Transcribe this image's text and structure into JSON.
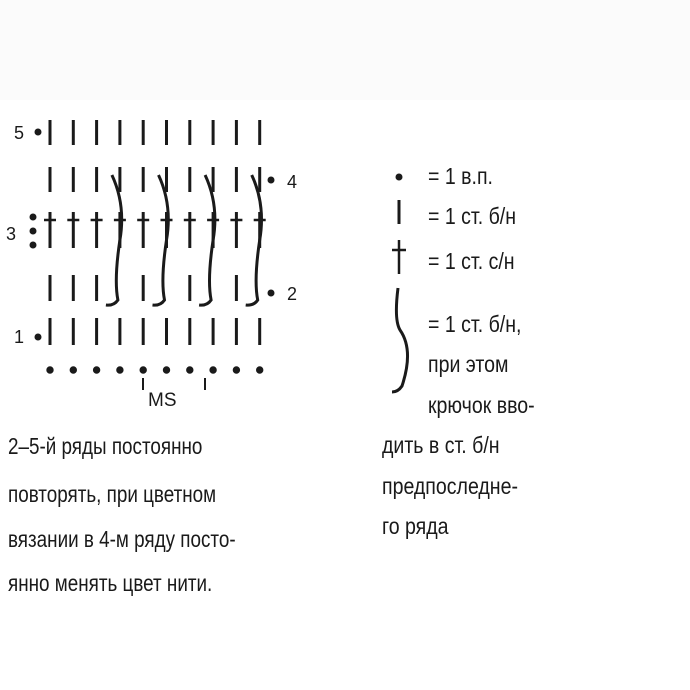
{
  "chart": {
    "row_numbers": [
      "1",
      "2",
      "3",
      "4",
      "5"
    ],
    "repeat_label": "MS",
    "grid": {
      "stitch_columns": 10,
      "base_chain_count": 10,
      "row_5": "sc",
      "row_4": "sc",
      "row_3": "dc",
      "row_2": "sc_with_spike",
      "row_1": "sc",
      "spike_columns": [
        3,
        5,
        7,
        9
      ]
    }
  },
  "legend": {
    "items": [
      {
        "symbol": "chain-dot-icon",
        "text": "= 1 в.п."
      },
      {
        "symbol": "sc-bar-icon",
        "text": "= 1 ст. б/н"
      },
      {
        "symbol": "dc-cross-icon",
        "text": "= 1 ст. с/н"
      },
      {
        "symbol": "spike-stitch-icon",
        "lines": [
          "= 1 ст. б/н,",
          "при этом",
          "крючок вво-",
          "дить в ст. б/н",
          "предпоследне-",
          "го ряда"
        ]
      }
    ]
  },
  "note": {
    "lines": [
      "2–5-й ряды постоянно",
      "повторять, при цветном",
      "вязании в 4-м ряду посто-",
      "янно менять цвет нити."
    ]
  }
}
